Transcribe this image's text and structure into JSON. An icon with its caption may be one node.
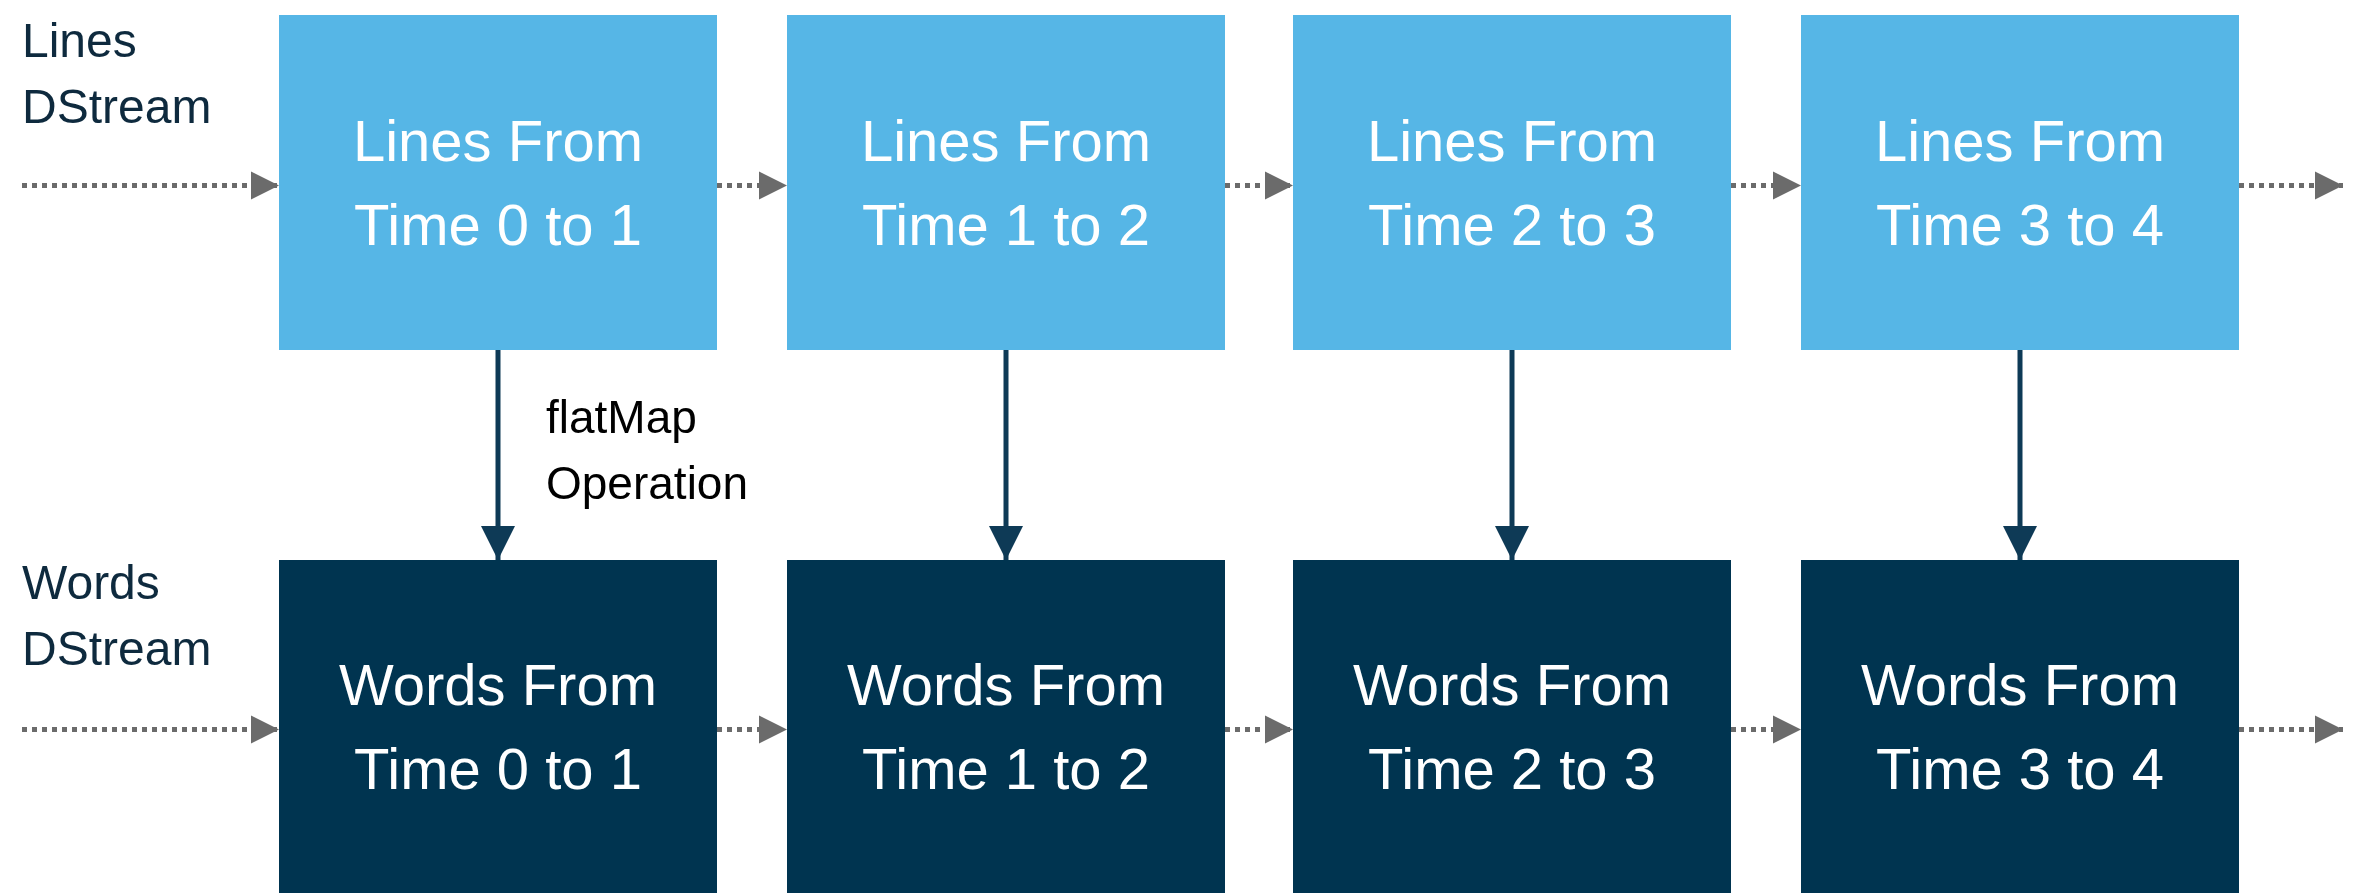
{
  "diagram": {
    "nodes": [
      {
        "text": [
          "Lines From Time 0 to 1"
        ]
      },
      {
        "text": [
          "Lines From Time 1 to 2"
        ]
      },
      {
        "text": [
          "Lines From Time 2 to 3"
        ]
      },
      {
        "text": [
          "Lines From Time 3 to 4"
        ]
      },
      {
        "text": [
          "Words From Time 0 to 1"
        ]
      },
      {
        "text": [
          "Words From Time 1 to 2"
        ]
      },
      {
        "text": [
          "Words From Time 2 to 3"
        ]
      },
      {
        "text": [
          "Words From Time 3 to 4"
        ]
      }
    ],
    "edges": [
      {
        "from": null,
        "to": 0,
        "arrow": "to",
        "style": "dashed"
      },
      {
        "from": 0,
        "to": 1,
        "arrow": "to",
        "style": "dashed"
      },
      {
        "from": 1,
        "to": 2,
        "arrow": "to",
        "style": "dashed"
      },
      {
        "from": 2,
        "to": 3,
        "arrow": "to",
        "style": "dashed"
      },
      {
        "from": 3,
        "to": null,
        "arrow": "to",
        "style": "dashed"
      },
      {
        "from": null,
        "to": 4,
        "arrow": "to",
        "style": "dashed"
      },
      {
        "from": 4,
        "to": 5,
        "arrow": "to",
        "style": "dashed"
      },
      {
        "from": 5,
        "to": 6,
        "arrow": "to",
        "style": "dashed"
      },
      {
        "from": 6,
        "to": 7,
        "arrow": "to",
        "style": "dashed"
      },
      {
        "from": 7,
        "to": null,
        "arrow": "to",
        "style": "dashed"
      },
      {
        "from": 0,
        "to": 4,
        "arrow": "to",
        "label": "flatMap Operation",
        "color": "#0e3a56"
      },
      {
        "from": 1,
        "to": 5,
        "arrow": "to",
        "color": "#0e3a56"
      },
      {
        "from": 2,
        "to": 6,
        "arrow": "to",
        "color": "#0e3a56"
      },
      {
        "from": 3,
        "to": 7,
        "arrow": "to",
        "color": "#0e3a56"
      }
    ],
    "labels": [
      "Lines DStream",
      "Words DStream"
    ]
  }
}
